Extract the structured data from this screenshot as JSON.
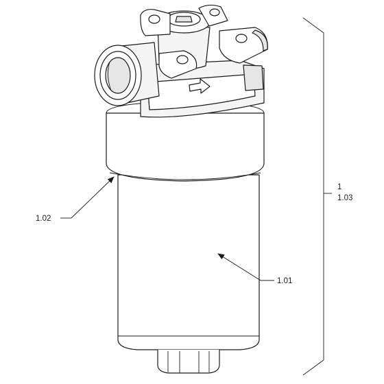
{
  "diagram": {
    "callouts": {
      "cover": "1.02",
      "bowl": "1.01",
      "assembly_line1": "1",
      "assembly_line2": "1.03"
    },
    "colors": {
      "ink": "#1a1a1a",
      "paper": "#ffffff"
    },
    "icons": [
      "flow-direction-arrow-icon"
    ]
  }
}
